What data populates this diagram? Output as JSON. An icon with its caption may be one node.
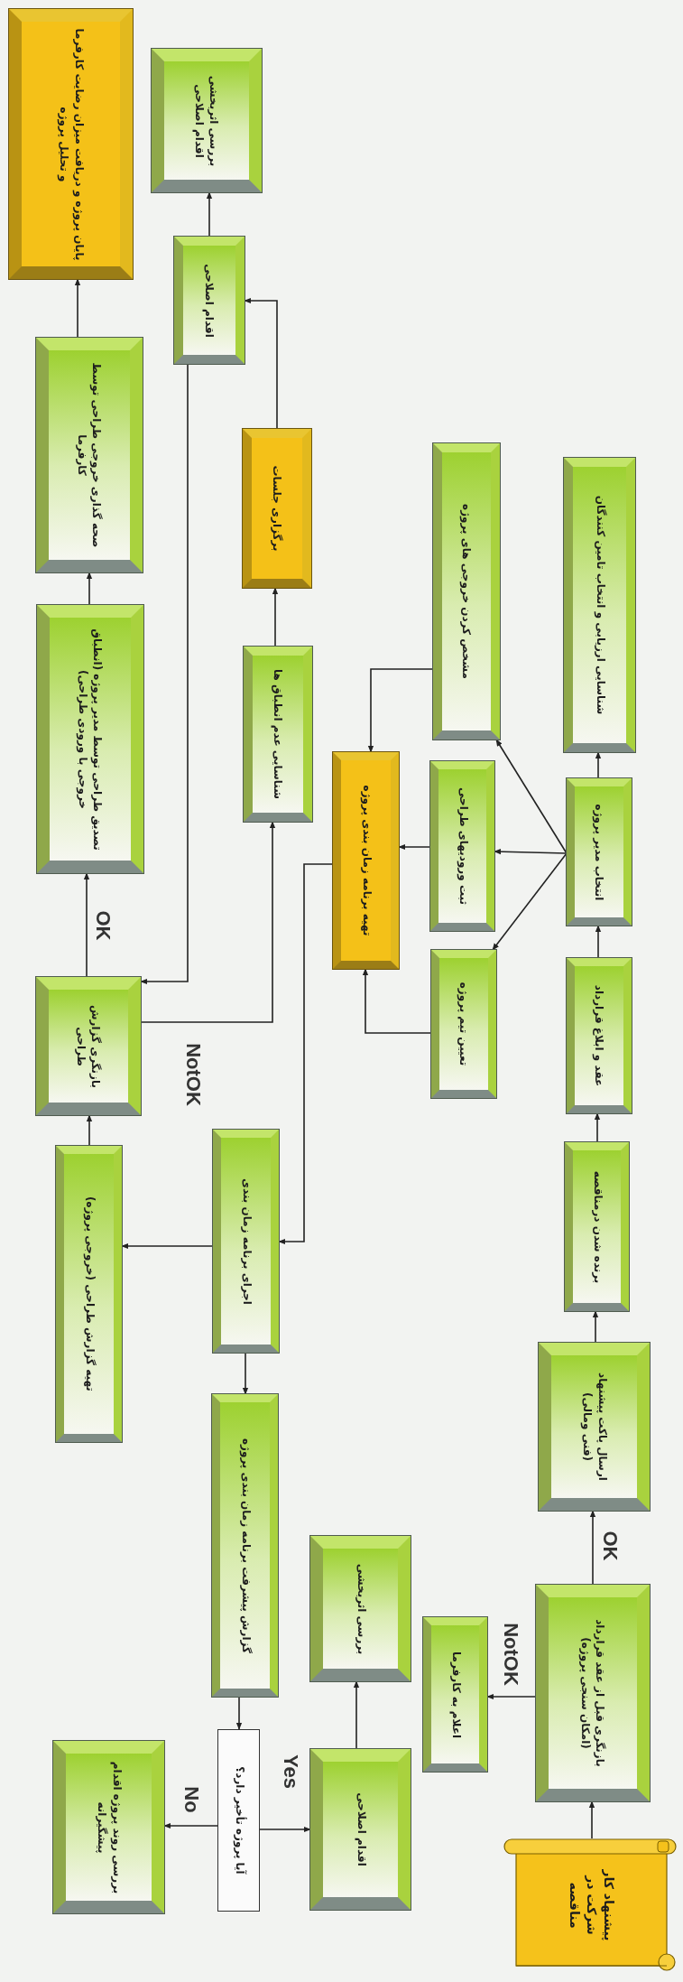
{
  "diagram": {
    "nodes": [
      {
        "text": [
          "پیشنهاد کار شرکت در مناقصه"
        ]
      },
      {
        "text": [
          "بازنگری قبل از عقد قرارداد (امکان سنجی پروژه)"
        ]
      },
      {
        "text": [
          "ارسال پاکت پیشنهاد (فنی ومالی)"
        ]
      },
      {
        "text": [
          "اعلام به کارفرما"
        ]
      },
      {
        "text": [
          "برنده شدن درمناقصه"
        ]
      },
      {
        "text": [
          "عقد و ابلاغ قرارداد"
        ]
      },
      {
        "text": [
          "انتخاب مدیر پروژه"
        ]
      },
      {
        "text": [
          "شناسایی ارزیابی و انتخاب تامین کنندگان"
        ]
      },
      {
        "text": [
          "مشخص کردن خروجی های پروژه"
        ]
      },
      {
        "text": [
          "ثبت ورودیهای طراحی"
        ]
      },
      {
        "text": [
          "تعیین تیم پروژه"
        ]
      },
      {
        "text": [
          "تهیه برنامه زمان بندی پروژه"
        ]
      },
      {
        "text": [
          "اجرای برنامه زمان بندی"
        ]
      },
      {
        "text": [
          "گزارش پیشرفت برنامه زمان بندی پروژه"
        ]
      },
      {
        "text": [
          "آیا پروژه تأخیر دارد؟"
        ]
      },
      {
        "text": [
          "اقدام اصلاحی"
        ]
      },
      {
        "text": [
          "بررسی اثربخشی"
        ]
      },
      {
        "text": [
          "بررسی روند پروژه اقدام پیشگیرانه"
        ]
      },
      {
        "text": [
          "تهیه گزارش طراحی (خروجی پروژه)"
        ]
      },
      {
        "text": [
          "بازنگری گزارش طراحی"
        ]
      },
      {
        "text": [
          "تصدیق طراحی توسط مدیر پروژه (انطباق خروجی با ورودی طراحی)"
        ]
      },
      {
        "text": [
          "صحه گذاری خروجی طراحی توسط کارفرما"
        ]
      },
      {
        "text": [
          "پایان پروژه و دریافت میزان رضایت کارفرما و تحلیل پروژه"
        ]
      },
      {
        "text": [
          "شناسایی عدم انطباق ها"
        ]
      },
      {
        "text": [
          "برگزاری جلسات"
        ]
      },
      {
        "text": [
          "اقدام اصلاحی"
        ]
      },
      {
        "text": [
          "بررسی اثربخشی اقدام اصلاحی"
        ]
      }
    ],
    "edges": [
      {
        "from": 0,
        "to": 1,
        "arrow": "to"
      },
      {
        "from": 1,
        "to": 2,
        "arrow": "to",
        "label": "OK"
      },
      {
        "from": 1,
        "to": 3,
        "arrow": "to",
        "label": "NotOK"
      },
      {
        "from": 2,
        "to": 4,
        "arrow": "to"
      },
      {
        "from": 4,
        "to": 5,
        "arrow": "to"
      },
      {
        "from": 5,
        "to": 6,
        "arrow": "to"
      },
      {
        "from": 6,
        "to": 7,
        "arrow": "to"
      },
      {
        "from": 6,
        "to": 8,
        "arrow": "to"
      },
      {
        "from": 6,
        "to": 9,
        "arrow": "to"
      },
      {
        "from": 6,
        "to": 10,
        "arrow": "to"
      },
      {
        "from": 8,
        "to": 11,
        "arrow": "to"
      },
      {
        "from": 9,
        "to": 11,
        "arrow": "to"
      },
      {
        "from": 10,
        "to": 11,
        "arrow": "to"
      },
      {
        "from": 11,
        "to": 12,
        "arrow": "to"
      },
      {
        "from": 12,
        "to": 18,
        "arrow": "to"
      },
      {
        "from": 12,
        "to": 13,
        "arrow": "to"
      },
      {
        "from": 13,
        "to": 14,
        "arrow": "to"
      },
      {
        "from": 14,
        "to": 15,
        "arrow": "to",
        "label": "Yes"
      },
      {
        "from": 14,
        "to": 17,
        "arrow": "to",
        "label": "No"
      },
      {
        "from": 15,
        "to": 16,
        "arrow": "to"
      },
      {
        "from": 18,
        "to": 19,
        "arrow": "to"
      },
      {
        "from": 19,
        "to": 20,
        "arrow": "to",
        "label": "OK"
      },
      {
        "from": 19,
        "to": 23,
        "arrow": "to",
        "label": "NotOK"
      },
      {
        "from": 20,
        "to": 21,
        "arrow": "to"
      },
      {
        "from": 21,
        "to": 22,
        "arrow": "to"
      },
      {
        "from": 23,
        "to": 24,
        "arrow": "to"
      },
      {
        "from": 24,
        "to": 25,
        "arrow": "to"
      },
      {
        "from": 25,
        "to": 19,
        "arrow": "to"
      },
      {
        "from": 25,
        "to": 26,
        "arrow": "to"
      }
    ]
  }
}
